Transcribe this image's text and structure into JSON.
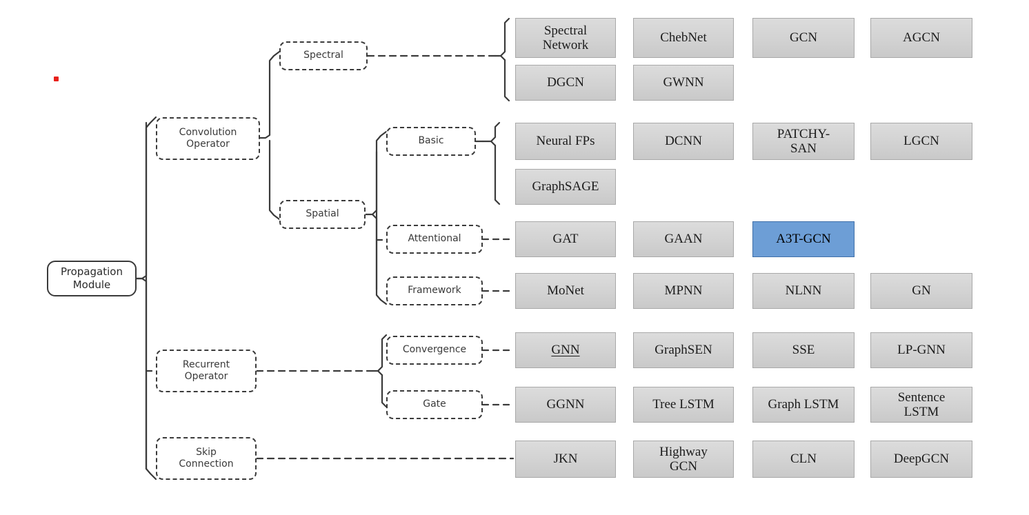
{
  "diagram": {
    "title": "Propagation Module taxonomy",
    "root": {
      "label": "Propagation\nModule",
      "line1": "Propagation",
      "line2": "Module"
    },
    "categories": {
      "convolution_operator": {
        "line1": "Convolution",
        "line2": "Operator"
      },
      "spectral": "Spectral",
      "spatial": "Spatial",
      "basic": "Basic",
      "attentional": "Attentional",
      "framework": "Framework",
      "recurrent_operator": {
        "line1": "Recurrent",
        "line2": "Operator"
      },
      "convergence": "Convergence",
      "gate": "Gate",
      "skip_connection": {
        "line1": "Skip",
        "line2": "Connection"
      }
    },
    "rows": {
      "spectral_r1": {
        "c1a": "Spectral",
        "c1b": "Network",
        "c2": "ChebNet",
        "c3": "GCN",
        "c4": "AGCN"
      },
      "spectral_r2": {
        "c1": "DGCN",
        "c2": "GWNN"
      },
      "basic_r1": {
        "c1": "Neural FPs",
        "c2": "DCNN",
        "c3a": "PATCHY-",
        "c3b": "SAN",
        "c4": "LGCN"
      },
      "basic_r2": {
        "c1": "GraphSAGE"
      },
      "attentional": {
        "c1": "GAT",
        "c2": "GAAN",
        "c3": "A3T-GCN"
      },
      "framework": {
        "c1": "MoNet",
        "c2": "MPNN",
        "c3": "NLNN",
        "c4": "GN"
      },
      "convergence": {
        "c1": "GNN",
        "c2": "GraphSEN",
        "c3": "SSE",
        "c4": "LP-GNN"
      },
      "gate": {
        "c1": "GGNN",
        "c2": "Tree LSTM",
        "c3": "Graph LSTM",
        "c4a": "Sentence",
        "c4b": "LSTM"
      },
      "skip": {
        "c1": "JKN",
        "c2a": "Highway",
        "c2b": "GCN",
        "c3": "CLN",
        "c4": "DeepGCN"
      }
    },
    "colors": {
      "highlight_fill": "#6d9ed6",
      "highlight_border": "#3f6fa8",
      "leaf_fill": "#d4d4d4",
      "leaf_border": "#a8a8a8",
      "line": "#3a3a3a",
      "cursor_dot": "#e8201a",
      "background": "#ffffff"
    },
    "highlighted_item": "A3T-GCN",
    "underlined_item": "GNN"
  }
}
